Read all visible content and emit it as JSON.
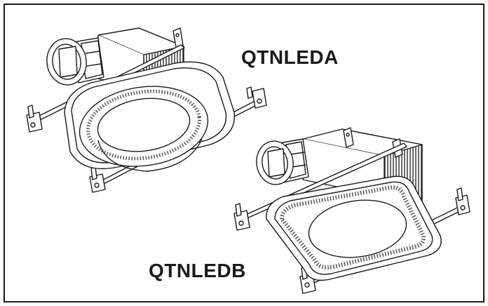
{
  "models": [
    {
      "label": "QTNLEDA"
    },
    {
      "label": "QTNLEDB"
    }
  ],
  "colors": {
    "line": "#1a1a1a",
    "background": "#ffffff"
  },
  "icons": [
    "fan-housing-illustration",
    "duct-connector-illustration",
    "mounting-bracket-illustration",
    "grille-light-illustration"
  ]
}
